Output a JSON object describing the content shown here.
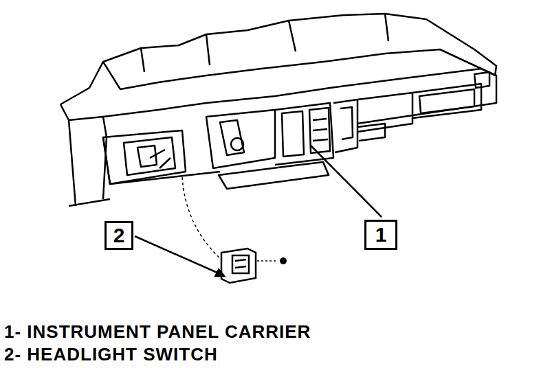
{
  "diagram": {
    "nodes": [
      {
        "text": [
          "2"
        ]
      },
      {
        "text": [
          "1"
        ]
      }
    ],
    "labels": [
      "1- INSTRUMENT PANEL CARRIER",
      "2- HEADLIGHT SWITCH"
    ]
  }
}
